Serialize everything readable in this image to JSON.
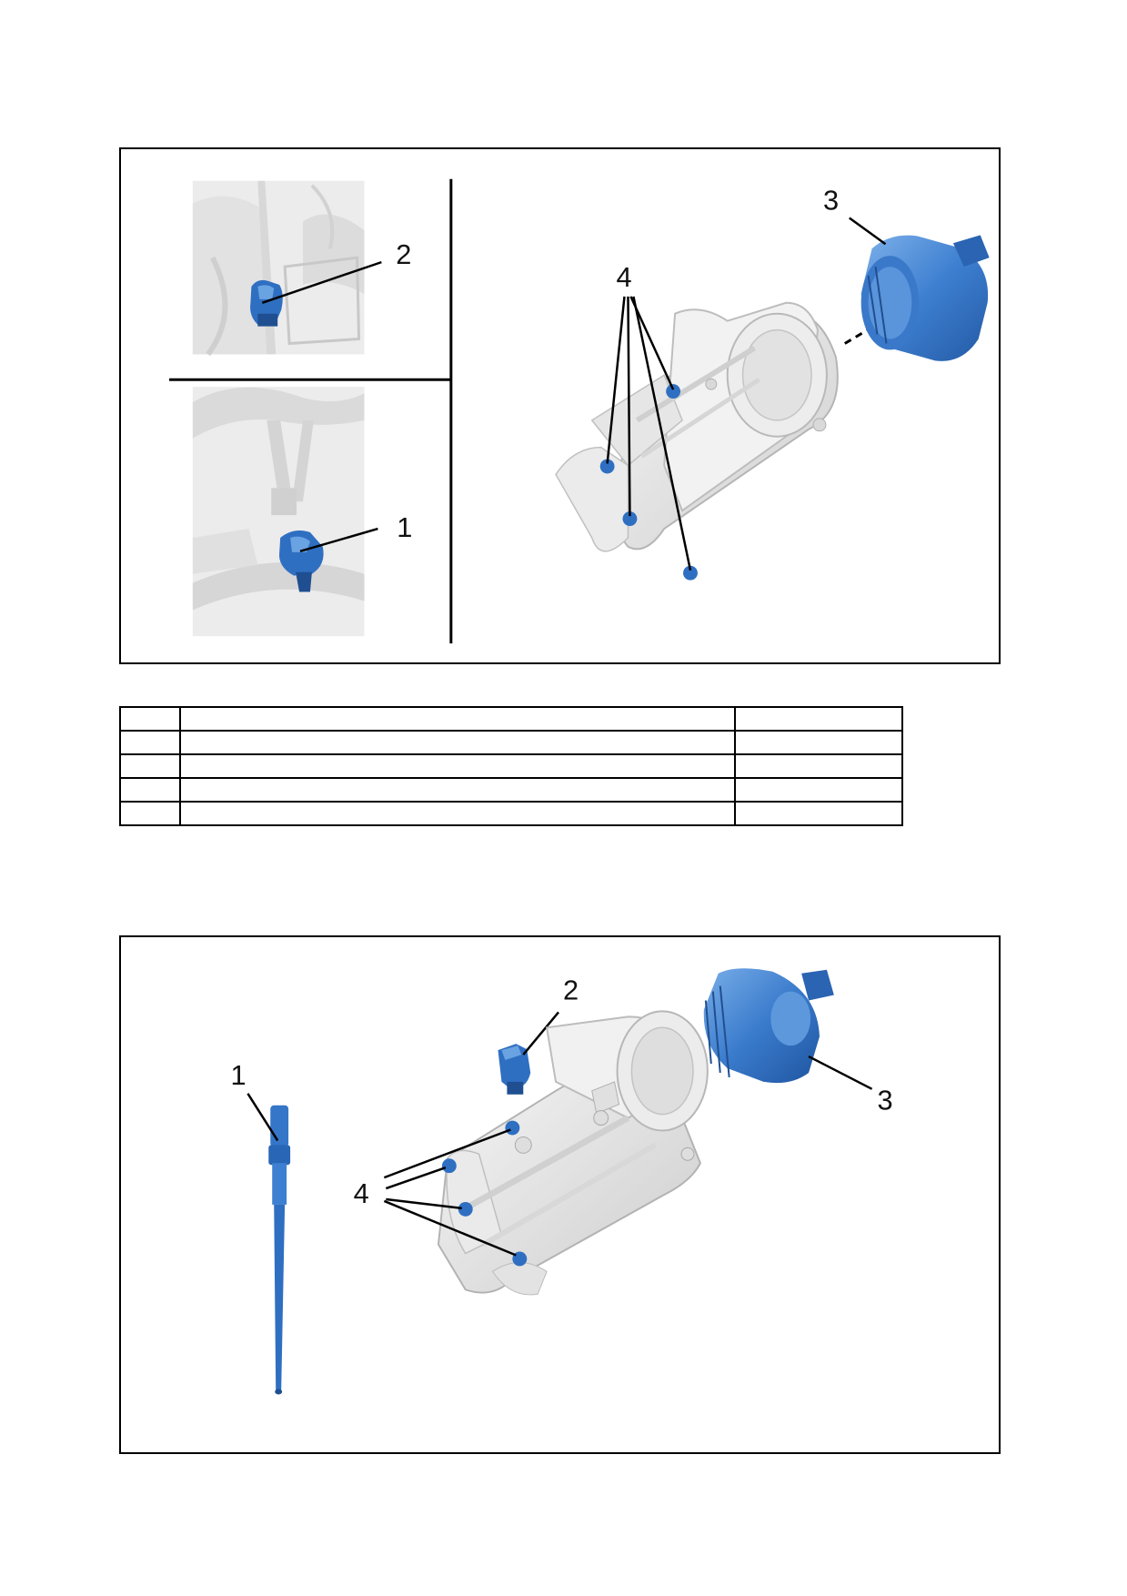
{
  "figure_top": {
    "callouts": [
      "1",
      "2",
      "3",
      "4"
    ]
  },
  "legend_table": {
    "rows": [
      [
        "",
        "",
        ""
      ],
      [
        "",
        "",
        ""
      ],
      [
        "",
        "",
        ""
      ],
      [
        "",
        "",
        ""
      ],
      [
        "",
        "",
        ""
      ]
    ]
  },
  "figure_bottom": {
    "callouts": [
      "1",
      "2",
      "3",
      "4"
    ]
  },
  "colors": {
    "part_blue": "#2f6fc2",
    "part_blue_light": "#5d98dc",
    "housing_grey": "#e4e4e4",
    "background_grey": "#efefef"
  }
}
